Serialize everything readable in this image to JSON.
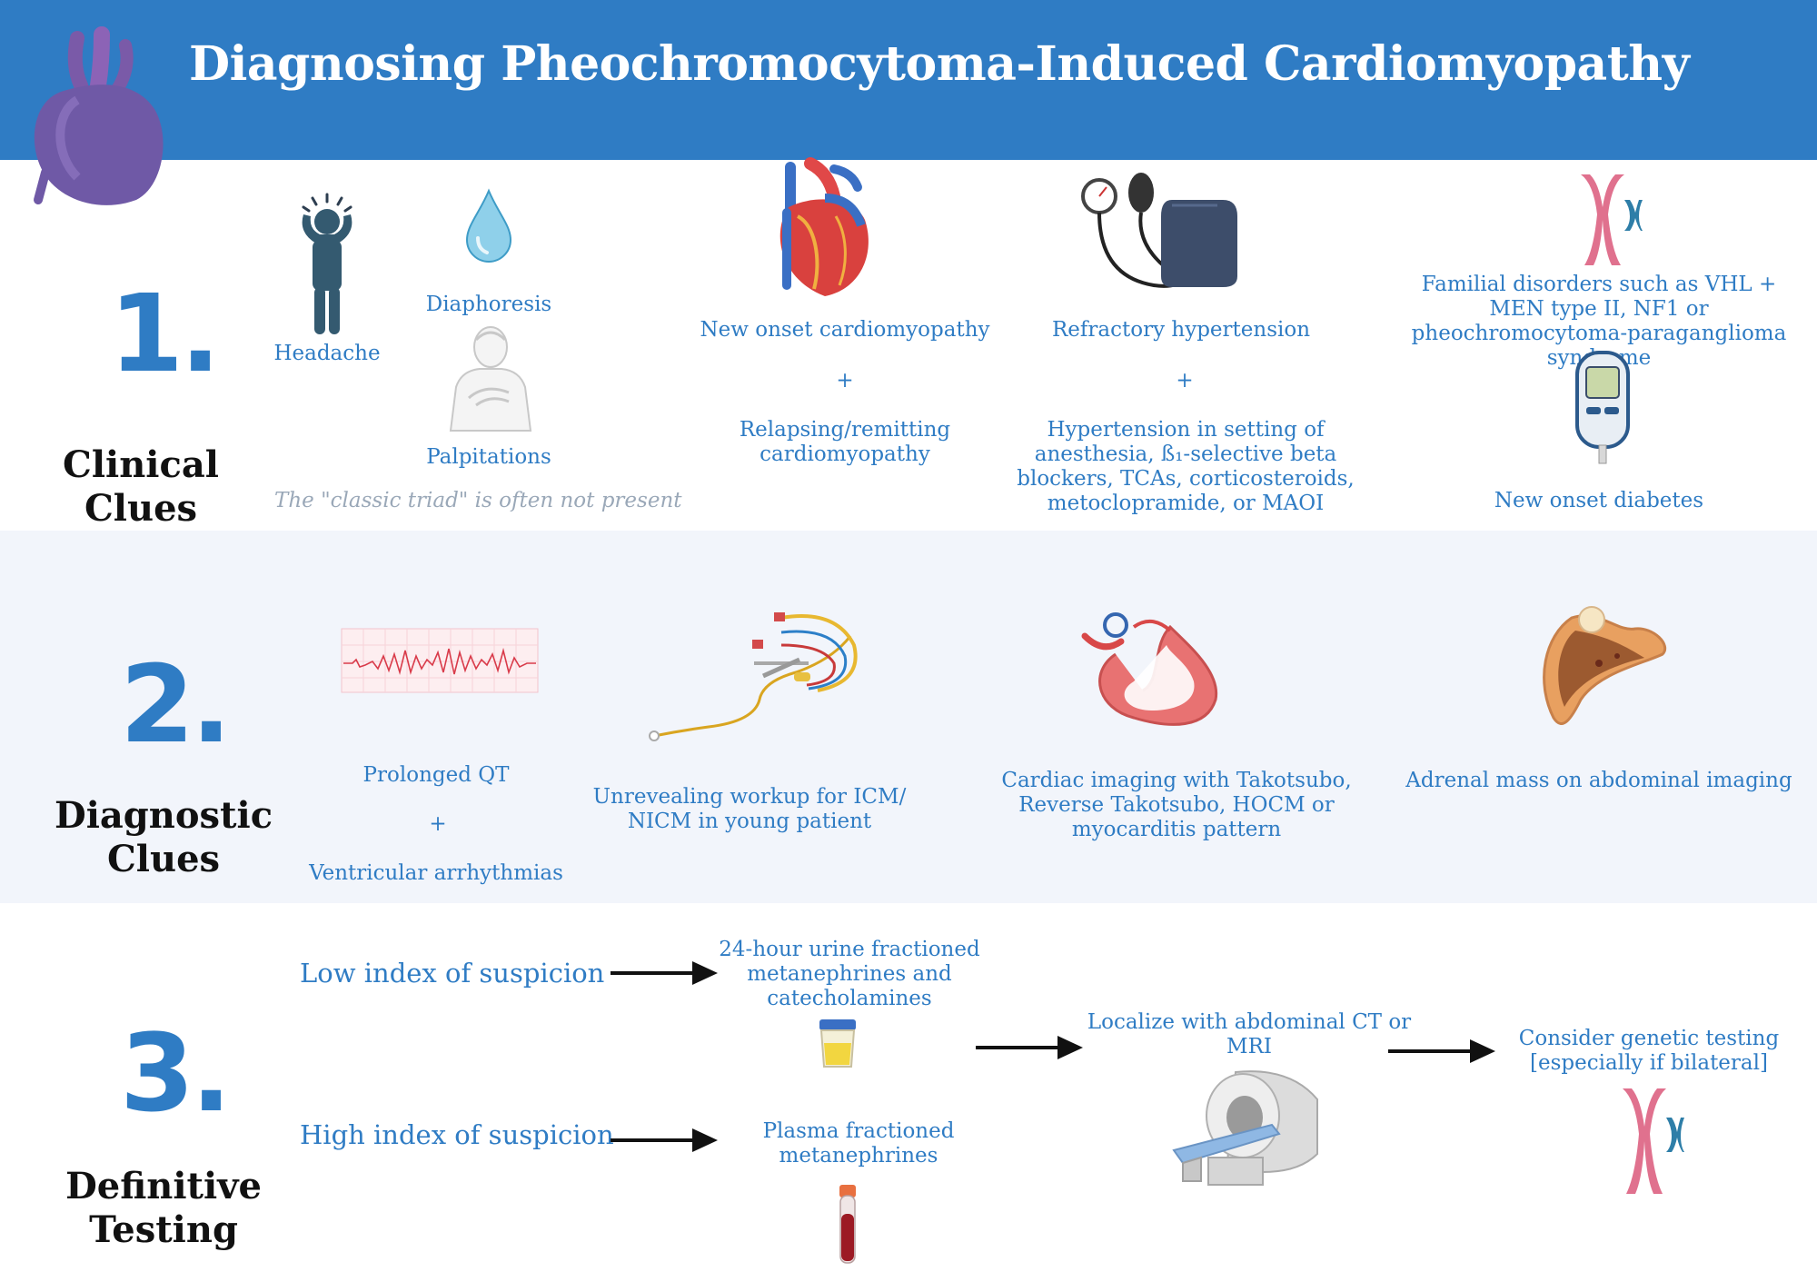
{
  "title": "Diagnosing Pheochromocytoma-Induced Cardiomyopathy",
  "sections": {
    "clinical": {
      "number": "1.",
      "label": "Clinical Clues",
      "headache": "Headache",
      "diaphoresis": "Diaphoresis",
      "palpitations": "Palpitations",
      "triad_note": "The \"classic triad\" is often not present",
      "new_onset_cm": "New onset cardiomyopathy",
      "plus_a": "+",
      "relapsing_cm": "Relapsing/remitting cardiomyopathy",
      "refractory_htn": "Refractory hypertension",
      "plus_b": "+",
      "htn_setting": "Hypertension in setting of anesthesia, ß₁-selective beta blockers, TCAs, corticosteroids, metoclopramide, or MAOI",
      "familial": "Familial disorders such as VHL + MEN type II, NF1 or pheochromocytoma-paraganglioma syndrome",
      "new_onset_dm": "New onset diabetes"
    },
    "diagnostic": {
      "number": "2.",
      "label": "Diagnostic Clues",
      "prolonged_qt": "Prolonged QT",
      "plus": "+",
      "arrhythmias": "Ventricular arrhythmias",
      "workup": "Unrevealing workup for ICM/ NICM in young patient",
      "imaging": "Cardiac imaging with Takotsubo, Reverse Takotsubo, HOCM or myocarditis pattern",
      "adrenal": "Adrenal mass on abdominal imaging"
    },
    "testing": {
      "number": "3.",
      "label": "Definitive Testing",
      "low_index": "Low index of suspicion",
      "high_index": "High index of suspicion",
      "urine": "24-hour urine fractioned metanephrines and catecholamines",
      "plasma": "Plasma fractioned metanephrines",
      "localize": "Localize with abdominal CT or MRI",
      "genetic": "Consider genetic testing [especially if bilateral]"
    }
  },
  "colors": {
    "header_bg": "#2f7cc4",
    "accent_blue": "#2f7cc4",
    "band_light": "#f2f5fb"
  }
}
